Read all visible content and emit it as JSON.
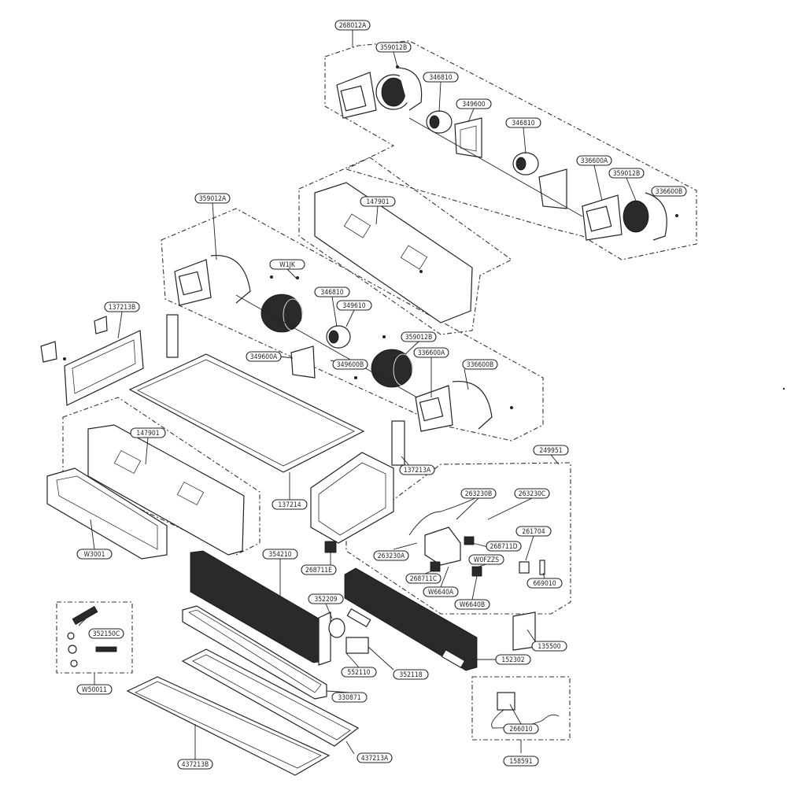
{
  "diagram": {
    "callouts": [
      {
        "id": "c-268012a",
        "label": "268012A"
      },
      {
        "id": "c-359012b-top",
        "label": "359012B"
      },
      {
        "id": "c-346810-top1",
        "label": "346810"
      },
      {
        "id": "c-349600-top",
        "label": "349600"
      },
      {
        "id": "c-346810-top2",
        "label": "346810"
      },
      {
        "id": "c-336600a-top",
        "label": "336600A"
      },
      {
        "id": "c-359012b-top2",
        "label": "359012B"
      },
      {
        "id": "c-336600b-top",
        "label": "336600B"
      },
      {
        "id": "c-147901-top",
        "label": "147901"
      },
      {
        "id": "c-359012a",
        "label": "359012A"
      },
      {
        "id": "c-w1jk",
        "label": "W1JK"
      },
      {
        "id": "c-346810-mid",
        "label": "346810"
      },
      {
        "id": "c-349610",
        "label": "349610"
      },
      {
        "id": "c-137213b",
        "label": "137213B"
      },
      {
        "id": "c-359012b-mid",
        "label": "359012B"
      },
      {
        "id": "c-349600a",
        "label": "349600A"
      },
      {
        "id": "c-349600b",
        "label": "349600B"
      },
      {
        "id": "c-336600a-mid",
        "label": "336600A"
      },
      {
        "id": "c-336600b-mid",
        "label": "336600B"
      },
      {
        "id": "c-147901-mid",
        "label": "147901"
      },
      {
        "id": "c-249951",
        "label": "249951"
      },
      {
        "id": "c-137213a",
        "label": "137213A"
      },
      {
        "id": "c-263230b",
        "label": "263230B"
      },
      {
        "id": "c-263230c",
        "label": "263230C"
      },
      {
        "id": "c-137214",
        "label": "137214"
      },
      {
        "id": "c-261704",
        "label": "261704"
      },
      {
        "id": "c-268711d",
        "label": "268711D"
      },
      {
        "id": "c-w3001",
        "label": "W3001"
      },
      {
        "id": "c-354210",
        "label": "354210"
      },
      {
        "id": "c-268711e",
        "label": "268711E"
      },
      {
        "id": "c-263230a",
        "label": "263230A"
      },
      {
        "id": "c-w0fzzs",
        "label": "W0FZZS"
      },
      {
        "id": "c-669010",
        "label": "669010"
      },
      {
        "id": "c-268711c",
        "label": "268711C"
      },
      {
        "id": "c-w6640a",
        "label": "W6640A"
      },
      {
        "id": "c-352209",
        "label": "352209"
      },
      {
        "id": "c-w6640b",
        "label": "W6640B"
      },
      {
        "id": "c-352150c",
        "label": "352150C"
      },
      {
        "id": "c-135500",
        "label": "135500"
      },
      {
        "id": "c-552110",
        "label": "552110"
      },
      {
        "id": "c-352118",
        "label": "352118"
      },
      {
        "id": "c-152302",
        "label": "152302"
      },
      {
        "id": "c-w50011",
        "label": "W50011"
      },
      {
        "id": "c-330871",
        "label": "330871"
      },
      {
        "id": "c-266010",
        "label": "266010"
      },
      {
        "id": "c-437213b",
        "label": "437213B"
      },
      {
        "id": "c-437213a",
        "label": "437213A"
      },
      {
        "id": "c-158591",
        "label": "158591"
      }
    ]
  }
}
